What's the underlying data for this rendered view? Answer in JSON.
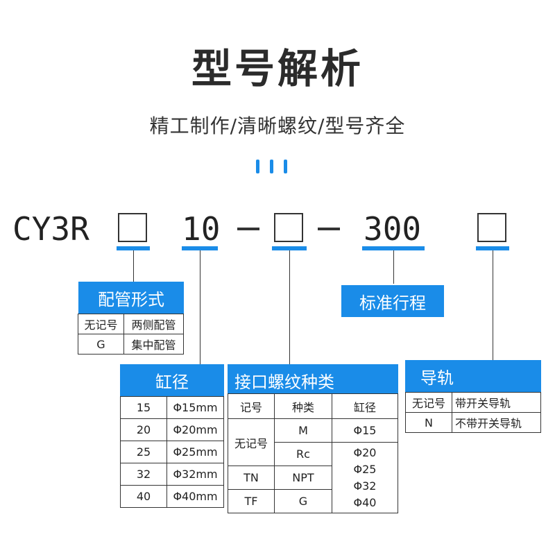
{
  "title": "型号解析",
  "subtitle": "精工制作/清晰螺纹/型号齐全",
  "model": {
    "prefix": "CY3R",
    "bore": "10",
    "dash1": "-",
    "dash2": "-",
    "stroke": "300"
  },
  "piping": {
    "header": "配管形式",
    "rows": [
      [
        "无记号",
        "两侧配管"
      ],
      [
        "G",
        "集中配管"
      ]
    ]
  },
  "stroke_label": "标准行程",
  "bore_table": {
    "header": "缸径",
    "rows": [
      [
        "15",
        "Φ15mm"
      ],
      [
        "20",
        "Φ20mm"
      ],
      [
        "25",
        "Φ25mm"
      ],
      [
        "32",
        "Φ32mm"
      ],
      [
        "40",
        "Φ40mm"
      ]
    ]
  },
  "port_table": {
    "header": "接口螺纹种类",
    "columns": [
      "记号",
      "种类",
      "缸径"
    ],
    "mark_no_symbol": "无记号",
    "types": [
      "M",
      "Rc",
      "NPT",
      "G"
    ],
    "mark_tn": "TN",
    "mark_tf": "TF",
    "bore_m": "Φ15",
    "bore_group": [
      "Φ20",
      "Φ25",
      "Φ32",
      "Φ40"
    ]
  },
  "guide": {
    "header": "导轨",
    "rows": [
      [
        "无记号",
        "带开关导轨"
      ],
      [
        "N",
        "不带开关导轨"
      ]
    ]
  },
  "colors": {
    "accent": "#1a8ce8",
    "text": "#222222"
  }
}
